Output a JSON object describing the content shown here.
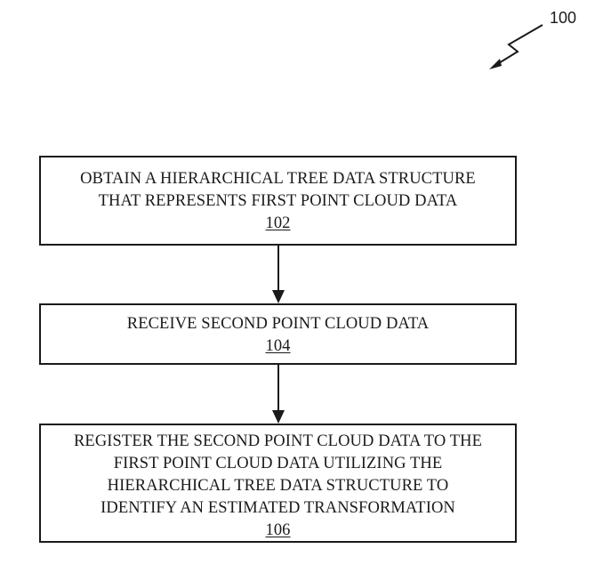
{
  "figure": {
    "reference_numeral": "100"
  },
  "steps": [
    {
      "lines": [
        "OBTAIN A HIERARCHICAL TREE DATA STRUCTURE",
        "THAT REPRESENTS FIRST POINT CLOUD DATA"
      ],
      "ref": "102"
    },
    {
      "lines": [
        "RECEIVE SECOND POINT CLOUD DATA"
      ],
      "ref": "104"
    },
    {
      "lines": [
        "REGISTER THE SECOND POINT CLOUD DATA TO THE",
        "FIRST POINT CLOUD DATA UTILIZING THE",
        "HIERARCHICAL TREE DATA STRUCTURE TO",
        "IDENTIFY AN ESTIMATED TRANSFORMATION"
      ],
      "ref": "106"
    }
  ],
  "colors": {
    "stroke": "#1a1a1a",
    "background": "#ffffff"
  }
}
